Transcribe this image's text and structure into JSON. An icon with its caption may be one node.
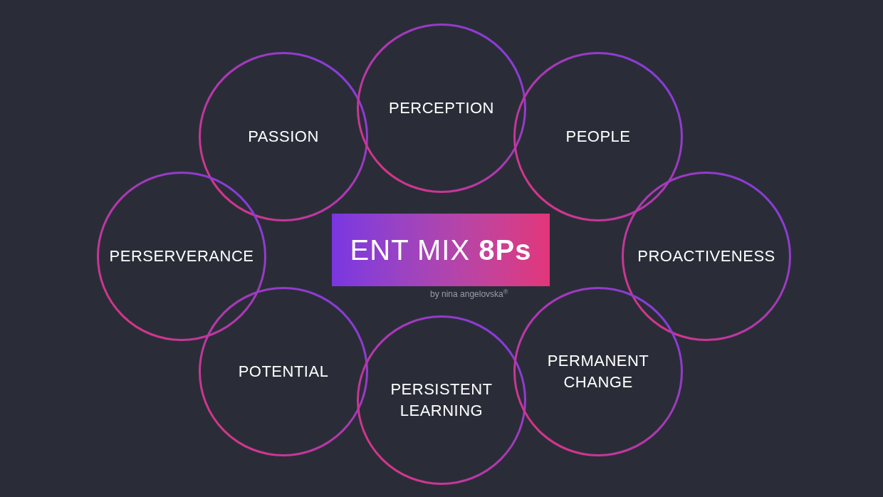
{
  "diagram": {
    "nodes": [
      {
        "text": [
          "PASSION"
        ]
      },
      {
        "text": [
          "PERCEPTION"
        ]
      },
      {
        "text": [
          "PEOPLE"
        ]
      },
      {
        "text": [
          "PERSERVERANCE"
        ]
      },
      {
        "text": [
          "ENT MIX **8Ps**"
        ]
      },
      {
        "text": [
          "PROACTIVENESS"
        ]
      },
      {
        "text": [
          "POTENTIAL"
        ]
      },
      {
        "text": [
          "PERSISTENT LEARNING"
        ]
      },
      {
        "text": [
          "PERMANENT CHANGE"
        ]
      }
    ],
    "edges": [],
    "labels": [
      "by nina angelovska$^{®}$"
    ]
  }
}
